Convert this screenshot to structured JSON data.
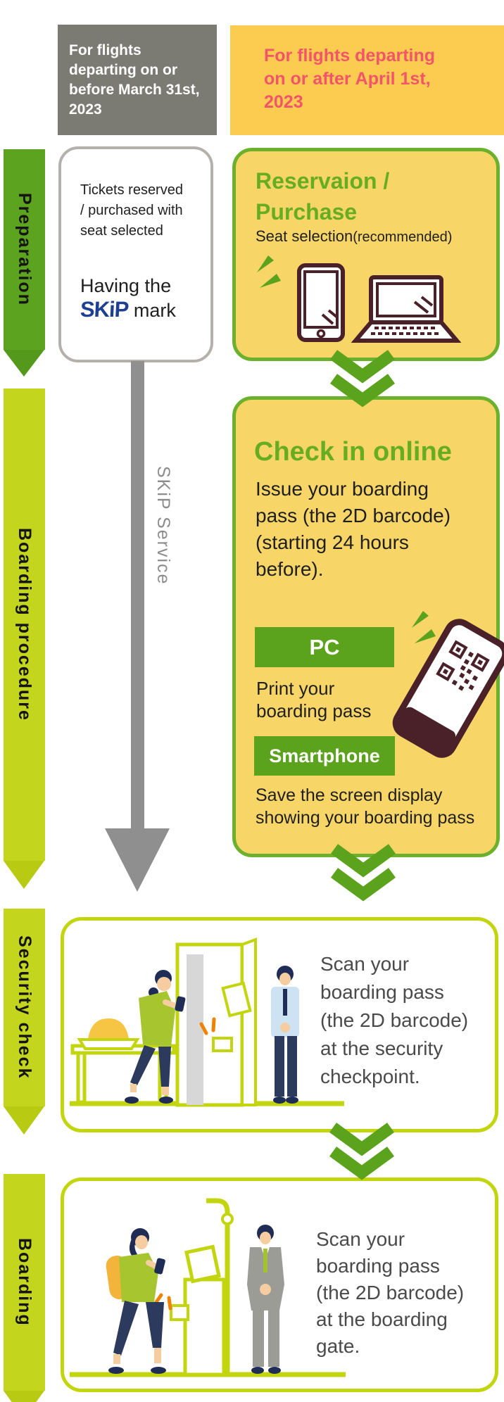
{
  "palette": {
    "green": "#5ba21d",
    "green_border": "#6cb12c",
    "lime": "#c3d51d",
    "yellow_header": "#fbcc4f",
    "yellow_box": "#f8d567",
    "pink_text": "#f4546a",
    "gray_header": "#7c7b73",
    "gray_arrow": "#8f8f8f",
    "icon_outline": "#4a2128",
    "skip_blue": "#1e3f92",
    "orange_spark": "#ef8200",
    "body_text": "#1f1f1f",
    "scene_text": "#4a4a4a"
  },
  "headers": {
    "before": {
      "text": "For flights\ndeparting on or\nbefore March 31st,\n2023"
    },
    "after": {
      "text": "For flights departing\non or after April 1st,\n2023"
    }
  },
  "stages": [
    {
      "label": "Preparation"
    },
    {
      "label": "Boarding procedure"
    },
    {
      "label": "Security check"
    },
    {
      "label": "Boarding"
    }
  ],
  "skip_flow": {
    "ticket_note": "Tickets reserved\n/ purchased with\nseat selected",
    "having_prefix": "Having the",
    "logo": "SKiP",
    "mark_suffix": " mark",
    "service_label": "SKiP Service"
  },
  "steps": {
    "reservation": {
      "title": "Reservaion /\nPurchase",
      "subtitle": "Seat selection",
      "subtitle_note": "(recommended)"
    },
    "checkin": {
      "title": "Check in online",
      "body": "Issue your boarding\npass (the 2D barcode)\n(starting 24 hours\nbefore).",
      "pc_label": "PC",
      "pc_note": "Print your\nboarding pass",
      "smartphone_label": "Smartphone",
      "smartphone_note": "Save the screen display\nshowing your boarding pass"
    },
    "security": {
      "note": "Scan your\nboarding pass\n(the 2D barcode)\nat the security\ncheckpoint."
    },
    "boarding": {
      "note": "Scan your\nboarding pass\n(the 2D barcode)\nat the boarding\ngate."
    }
  },
  "icons": {
    "tablet": "tablet-icon",
    "laptop": "laptop-icon",
    "qr_phone": "qr-phone-icon",
    "sparkle": "sparkle-icon",
    "down_chevron": "double-chevron-down-icon",
    "down_arrow": "down-arrow-icon"
  }
}
